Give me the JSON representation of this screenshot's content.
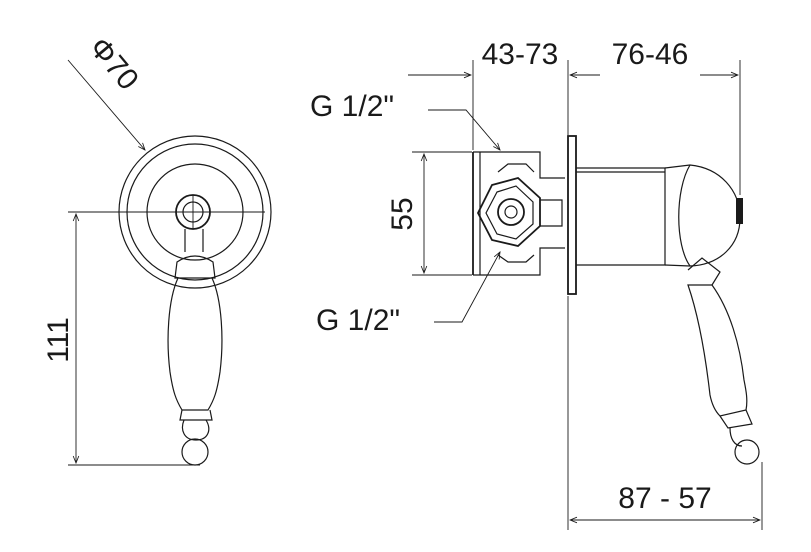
{
  "dimensions": {
    "diameter": "Φ70",
    "height": "111",
    "depth_range": "43-73",
    "body_range": "76-46",
    "inlet_height": "55",
    "total_range": "87 - 57"
  },
  "threads": {
    "top": "G 1/2\"",
    "bottom": "G 1/2\""
  }
}
